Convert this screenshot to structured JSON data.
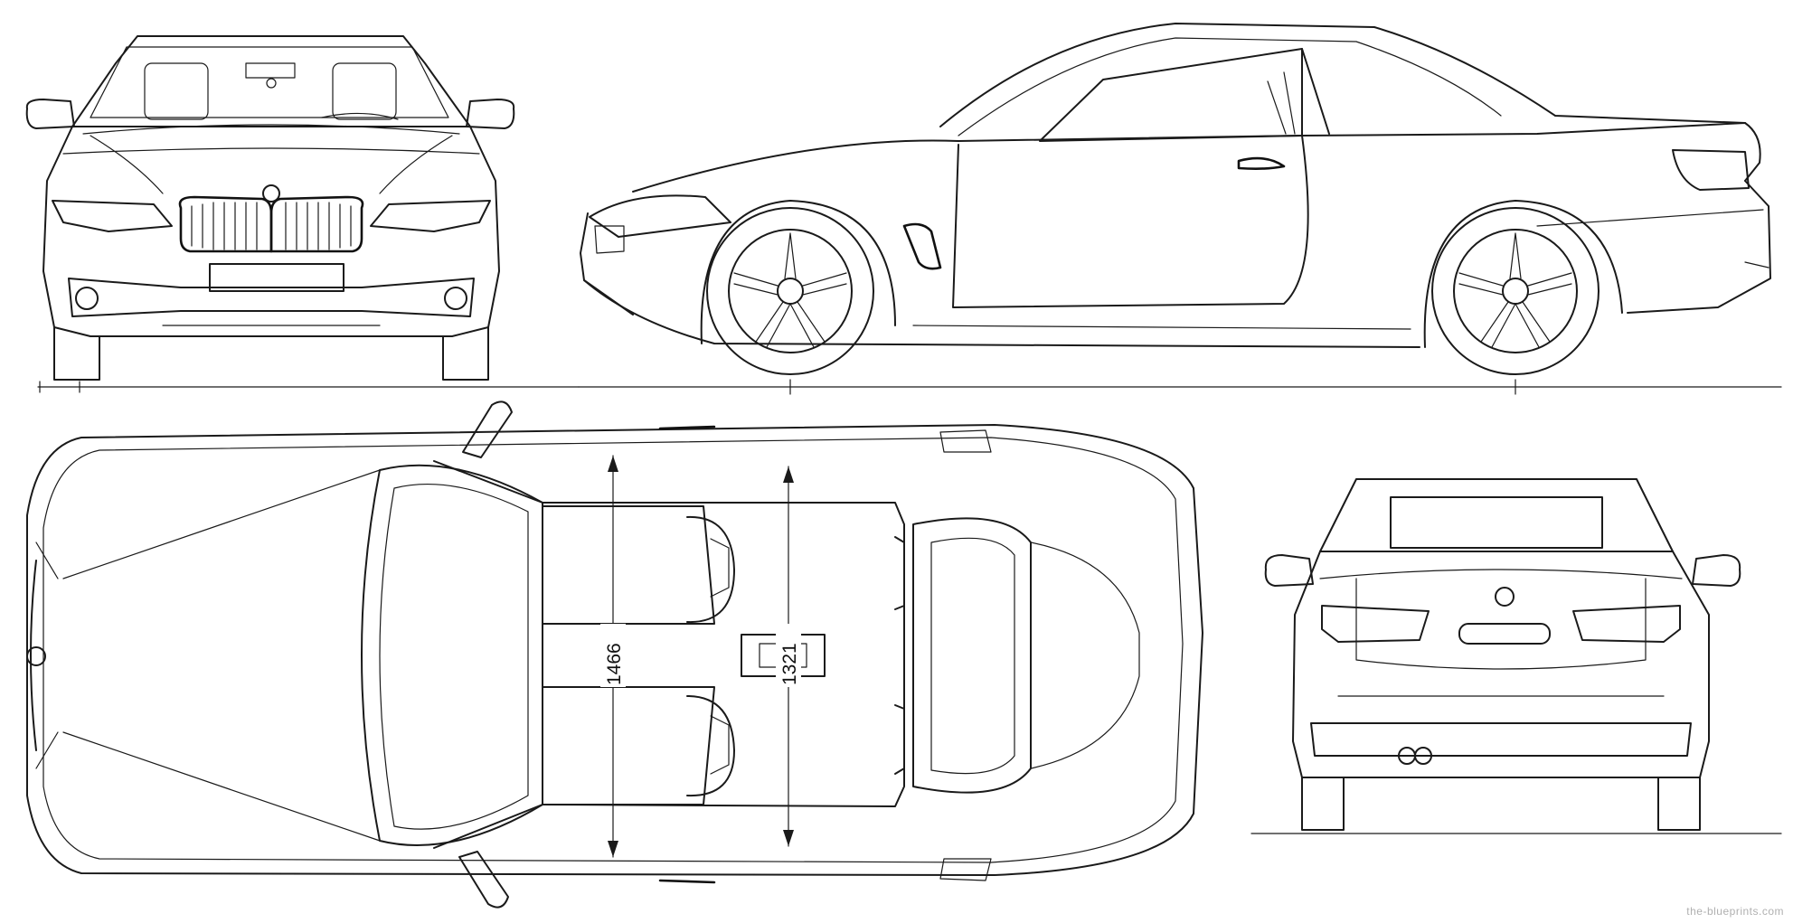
{
  "dimensions": {
    "overall_width": "1466",
    "track_width": "1321"
  },
  "watermark": "the-blueprints.com",
  "views": [
    "front",
    "side",
    "top",
    "rear"
  ]
}
